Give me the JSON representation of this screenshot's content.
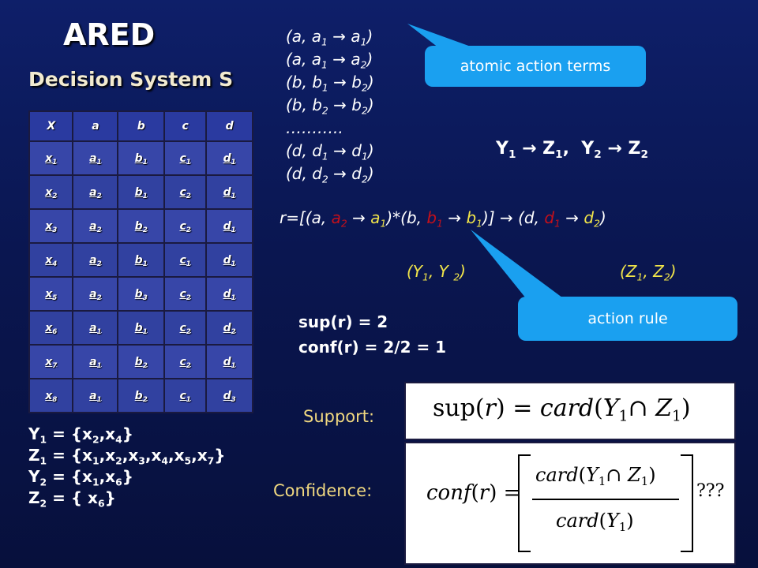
{
  "title": "ARED",
  "subtitle": "Decision System S",
  "table": {
    "headers": [
      "X",
      "a",
      "b",
      "c",
      "d"
    ],
    "rows": [
      [
        [
          "x",
          "1"
        ],
        [
          "a",
          "1"
        ],
        [
          "b",
          "1"
        ],
        [
          "c",
          "1"
        ],
        [
          "d",
          "1"
        ]
      ],
      [
        [
          "x",
          "2"
        ],
        [
          "a",
          "2"
        ],
        [
          "b",
          "1"
        ],
        [
          "c",
          "2"
        ],
        [
          "d",
          "1"
        ]
      ],
      [
        [
          "x",
          "3"
        ],
        [
          "a",
          "2"
        ],
        [
          "b",
          "2"
        ],
        [
          "c",
          "2"
        ],
        [
          "d",
          "1"
        ]
      ],
      [
        [
          "x",
          "4"
        ],
        [
          "a",
          "2"
        ],
        [
          "b",
          "1"
        ],
        [
          "c",
          "1"
        ],
        [
          "d",
          "1"
        ]
      ],
      [
        [
          "x",
          "5"
        ],
        [
          "a",
          "2"
        ],
        [
          "b",
          "3"
        ],
        [
          "c",
          "2"
        ],
        [
          "d",
          "1"
        ]
      ],
      [
        [
          "x",
          "6"
        ],
        [
          "a",
          "1"
        ],
        [
          "b",
          "1"
        ],
        [
          "c",
          "2"
        ],
        [
          "d",
          "2"
        ]
      ],
      [
        [
          "x",
          "7"
        ],
        [
          "a",
          "1"
        ],
        [
          "b",
          "2"
        ],
        [
          "c",
          "2"
        ],
        [
          "d",
          "1"
        ]
      ],
      [
        [
          "x",
          "8"
        ],
        [
          "a",
          "1"
        ],
        [
          "b",
          "2"
        ],
        [
          "c",
          "1"
        ],
        [
          "d",
          "3"
        ]
      ]
    ]
  },
  "terms": [
    {
      "attr": "a",
      "from": "1",
      "to": "1"
    },
    {
      "attr": "a",
      "from": "1",
      "to": "2"
    },
    {
      "attr": "b",
      "from": "1",
      "to": "2"
    },
    {
      "attr": "b",
      "from": "2",
      "to": "2"
    },
    {
      "ellipsis": "……….."
    },
    {
      "attr": "d",
      "from": "1",
      "to": "1"
    },
    {
      "attr": "d",
      "from": "2",
      "to": "2"
    }
  ],
  "callouts": {
    "atomic": "atomic action terms",
    "action_rule": "action rule"
  },
  "yz_line": {
    "y1": "1",
    "z1": "1",
    "y2": "2",
    "z2": "2"
  },
  "rule": {
    "prefix": "r=[(a, ",
    "a_from": "a",
    "a_from_sub": "2",
    "arrow": " → ",
    "a_to": "a",
    "a_to_sub": "1"
  },
  "pairs": {
    "left": [
      "Y",
      "1",
      "Y",
      "2"
    ],
    "right": [
      "Z",
      "1",
      "Z",
      "2"
    ]
  },
  "stats": {
    "sup": "sup(r) = 2",
    "conf": "conf(r) = 2/2 = 1"
  },
  "sets": [
    {
      "name": "Y",
      "sub": "1",
      "members": [
        [
          "x",
          "2"
        ],
        [
          "x",
          "4"
        ]
      ]
    },
    {
      "name": "Z",
      "sub": "1",
      "members": [
        [
          "x",
          "1"
        ],
        [
          "x",
          "2"
        ],
        [
          "x",
          "3"
        ],
        [
          "x",
          "4"
        ],
        [
          "x",
          "5"
        ],
        [
          "x",
          "7"
        ]
      ]
    },
    {
      "name": "Y",
      "sub": "2",
      "members": [
        [
          "x",
          "1"
        ],
        [
          "x",
          "6"
        ]
      ]
    },
    {
      "name": "Z",
      "sub": "2",
      "members": [
        [
          "x",
          "6"
        ]
      ]
    }
  ],
  "labels": {
    "support": "Support:",
    "confidence": "Confidence:"
  },
  "formulas": {
    "support_lhs": "sup",
    "support_rhs": "card",
    "conf_lhs": "conf",
    "conf_num": "card",
    "conf_den": "card",
    "conf_tail": "???"
  },
  "colors": {
    "background": "#0b1857",
    "callout": "#1aa0f0",
    "highlight_red": "#c4101a",
    "highlight_yellow": "#f0e44a",
    "table_cell": "#3746a8"
  }
}
